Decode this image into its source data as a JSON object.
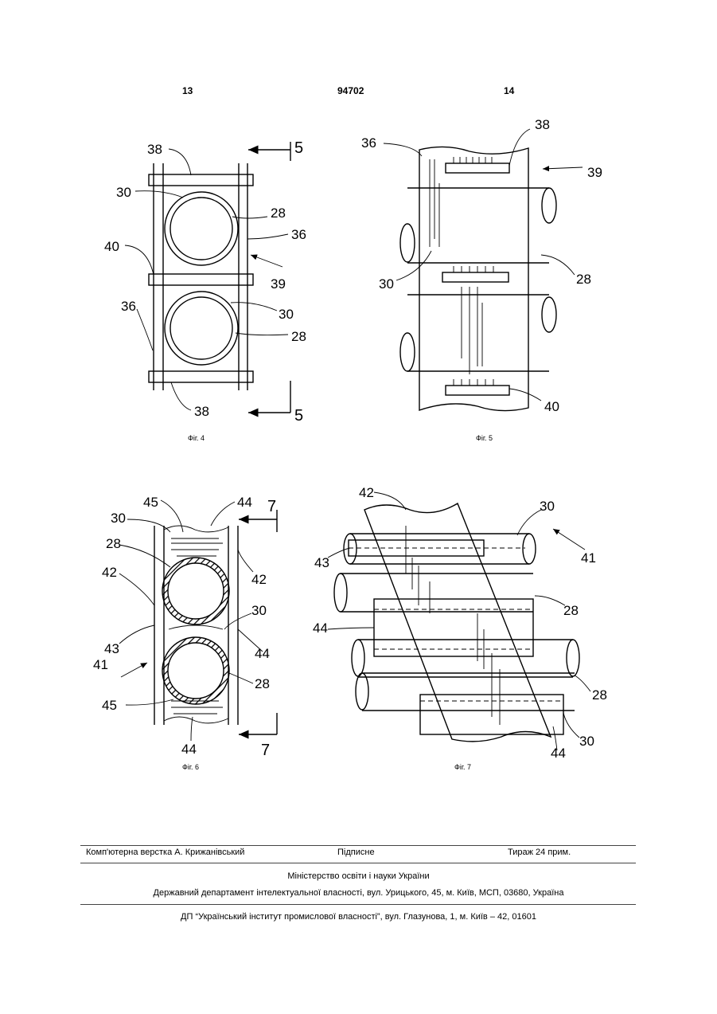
{
  "header": {
    "left_page": "13",
    "patent_no": "94702",
    "right_page": "14"
  },
  "figures": {
    "fig4": {
      "caption": "Фіг. 4",
      "labels": {
        "l38_top": "38",
        "l5_top": "5",
        "l30": "30",
        "l28a": "28",
        "l36r": "36",
        "l40": "40",
        "l39": "39",
        "l30b": "30",
        "l36l": "36",
        "l28b": "28",
        "l38_bot": "38",
        "l5_bot": "5"
      }
    },
    "fig5": {
      "caption": "Фіг. 5",
      "labels": {
        "l36": "36",
        "l38": "38",
        "l39": "39",
        "l30": "30",
        "l28": "28",
        "l40": "40"
      }
    },
    "fig6": {
      "caption": "Фіг. 6",
      "labels": {
        "l45a": "45",
        "l44a": "44",
        "l7_top": "7",
        "l30a": "30",
        "l28a": "28",
        "l42l": "42",
        "l42r": "42",
        "l30b": "30",
        "l43": "43",
        "l44b": "44",
        "l41": "41",
        "l28b": "28",
        "l45b": "45",
        "l44c": "44",
        "l7_bot": "7"
      }
    },
    "fig7": {
      "caption": "Фіг. 7",
      "labels": {
        "l42": "42",
        "l30a": "30",
        "l43": "43",
        "l41": "41",
        "l28a": "28",
        "l44a": "44",
        "l28b": "28",
        "l30b": "30",
        "l44b": "44"
      }
    }
  },
  "footer": {
    "layout": "Комп'ютерна верстка А. Крижанівський",
    "signed": "Підписне",
    "circulation": "Тираж 24 прим.",
    "ministry": "Міністерство освіти і науки України",
    "department": "Державний департамент інтелектуальної власності, вул. Урицького, 45, м. Київ, МСП, 03680, Україна",
    "institute": "ДП “Український інститут промислової власності”, вул. Глазунова, 1, м. Київ – 42, 01601"
  }
}
